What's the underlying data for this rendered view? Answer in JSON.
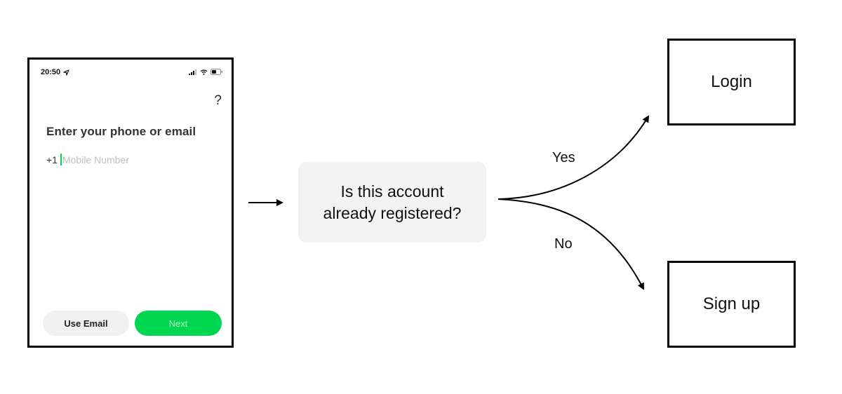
{
  "phone": {
    "status_time": "20:50",
    "help_symbol": "?",
    "prompt_title": "Enter your phone or email",
    "country_code": "+1",
    "mobile_placeholder": "Mobile Number",
    "mobile_value": "",
    "use_email_label": "Use Email",
    "next_label": "Next",
    "icons": [
      "location-arrow-icon",
      "signal-icon",
      "wifi-icon",
      "battery-icon",
      "question-icon"
    ]
  },
  "diagram": {
    "decision_line1": "Is this account",
    "decision_line2": "already registered?",
    "yes_label": "Yes",
    "no_label": "No",
    "login_label": "Login",
    "signup_label": "Sign up"
  },
  "colors": {
    "accent_green": "#00d64f",
    "decision_fill": "#f2f2f2",
    "button_gray": "#f0f0f0",
    "stroke": "#000000"
  }
}
